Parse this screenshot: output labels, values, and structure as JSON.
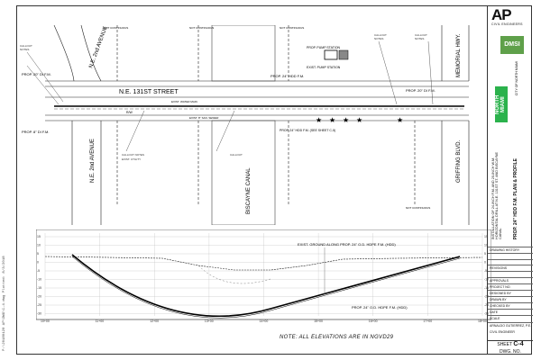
{
  "margin_note": "P:\\20180120 AP\\DWG\\C-4.dwg  Plotted: 8/3/2018",
  "plan": {
    "street_north": "N.E. 131ST STREET",
    "avenue_left": "N.E. 2nd AVENUE",
    "avenue_left_lower": "N.E. 2nd AVENUE",
    "canal": "BISCAYNE CANAL",
    "highway": "MEMORIAL HWY.",
    "blvd": "GRIFFING BLVD.",
    "pump_station": "PROP. PUMP STATION",
    "exist_pump_station": "EXIST. PUMP STATION",
    "fm_main": "PROP. 24\" HDD F.M.",
    "fm_right": "PROP. 20\" DI F.M.",
    "fm_left": "PROP. 20\" DI F.M.",
    "fm_left2": "PROP. 8\" DI F.M.",
    "row": "R/W",
    "hdd_note": "PROP. 24\" HDD F.M. (SEE SHEET C-5)",
    "labels_small": [
      "NOT CONTINUOUS",
      "NOT CONTINUOUS",
      "NOT CONTINUOUS",
      "NOT CONTINUOUS",
      "EXIST. WATER MAIN",
      "EXIST. 8\" SAN. SEWER"
    ]
  },
  "profile": {
    "ground_label": "EXIST. GROUND ALONG PROP. 24\" O.D. HDPE F.M. (HDD)",
    "pipe_label": "PROP. 24\" O.D. HDPE F.M. (HDD)",
    "stations": [
      "10+00",
      "11+00",
      "12+00",
      "13+00",
      "14+00",
      "15+00",
      "16+00",
      "17+00",
      "18+00"
    ],
    "elevations": [
      "15",
      "10",
      "5",
      "0",
      "-5",
      "-10",
      "-15",
      "-20",
      "-25",
      "-30"
    ],
    "note": "NOTE: ALL ELEVATIONS ARE IN NGVD29"
  },
  "title_block": {
    "firm": "AP",
    "firm_sub": "CIVIL ENGINEERS",
    "dmsi": "DMSI",
    "city": "CITY OF NORTH MIAMI",
    "mm": "NORTH MIAMI",
    "project": "INSTALLATION OF 24-INCH F.M. AND 20-INCH W.M. HORIZONTAL DRILL AT N.E. 131ST ST. AND BISCAYNE CANAL",
    "sheet_title": "PROP. 24\" HDD F.M. PLAN & PROFILE",
    "drawing_history": "DRAWING HISTORY",
    "revisions": "REVISIONS",
    "approvals": "APPROVALS",
    "rows": [
      "PROJECT NO.",
      "DESIGNED BY",
      "DRAWN BY",
      "CHECKED BY",
      "DATE",
      "SCALE"
    ],
    "engineer": "ARNALDO GUTIERREZ, P.E. CIVIL ENGINEER",
    "sheet_label": "SHEET",
    "sheet_no": "C-4",
    "dwg_no": "DWG. NO."
  }
}
